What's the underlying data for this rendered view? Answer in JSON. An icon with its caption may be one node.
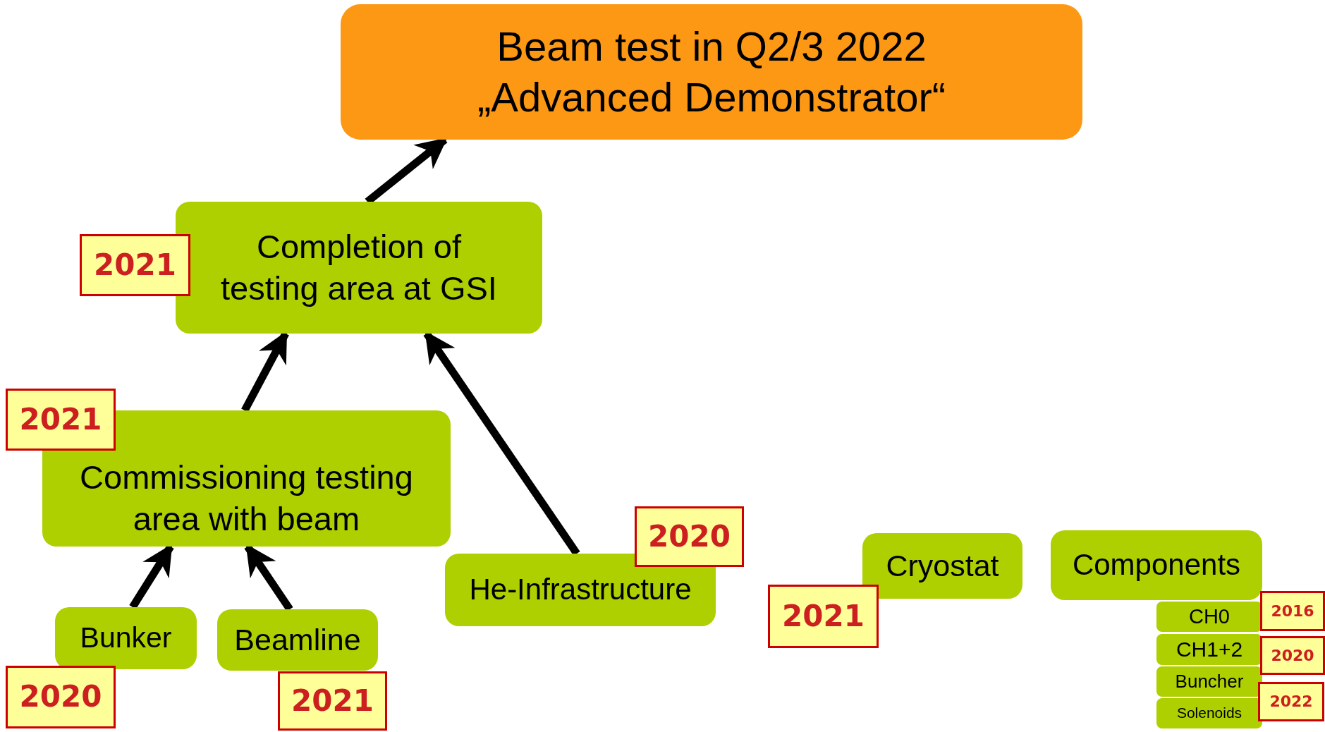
{
  "diagram": {
    "nodes": [
      {
        "text": [
          "Beam test in Q2/3 2022 „Advanced Demonstrator“"
        ]
      },
      {
        "text": [
          "Completion of testing area at GSI"
        ]
      },
      {
        "text": [
          "2021"
        ]
      },
      {
        "text": [
          "Commissioning testing area with beam"
        ]
      },
      {
        "text": [
          "2021"
        ]
      },
      {
        "text": [
          "He-Infrastructure"
        ]
      },
      {
        "text": [
          "2020"
        ]
      },
      {
        "text": [
          "Bunker"
        ]
      },
      {
        "text": [
          "2020"
        ]
      },
      {
        "text": [
          "Beamline"
        ]
      },
      {
        "text": [
          "2021"
        ]
      },
      {
        "text": [
          "Cryostat"
        ]
      },
      {
        "text": [
          "2021"
        ]
      },
      {
        "text": [
          "Components"
        ]
      },
      {
        "text": [
          "CH0"
        ]
      },
      {
        "text": [
          "2016"
        ]
      },
      {
        "text": [
          "CH1+2"
        ]
      },
      {
        "text": [
          "2020"
        ]
      },
      {
        "text": [
          "Buncher"
        ]
      },
      {
        "text": [
          "Solenoids"
        ]
      },
      {
        "text": [
          "2022"
        ]
      }
    ],
    "edges": [
      {
        "from": 1,
        "to": 0,
        "arrow": "to"
      },
      {
        "from": 3,
        "to": 1,
        "arrow": "to"
      },
      {
        "from": 5,
        "to": 1,
        "arrow": "to"
      },
      {
        "from": 7,
        "to": 3,
        "arrow": "to"
      },
      {
        "from": 9,
        "to": 3,
        "arrow": "to"
      }
    ]
  }
}
